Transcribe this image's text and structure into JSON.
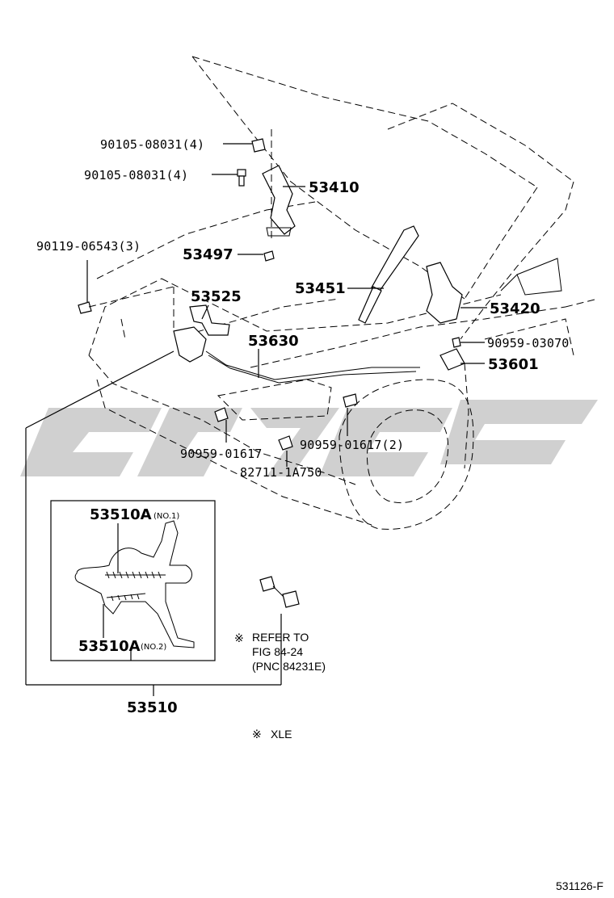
{
  "labels": {
    "bolt_top": "90105-08031(4)",
    "bolt_second": "90105-08031(4)",
    "hinge_lh": "53410",
    "bolt_lock": "90119-06543(3)",
    "cushion": "53497",
    "lock_support": "53525",
    "stay": "53451",
    "cable": "53630",
    "hinge_rh": "53420",
    "clip_rh": "90959-03070",
    "lever": "53601",
    "clip_a": "90959-01617",
    "clip_b": "90959-01617(2)",
    "grommet": "82711-1A750",
    "inset_no1_code": "53510A",
    "inset_no1_tag": "(NO.1)",
    "inset_no2_code": "53510A",
    "inset_no2_tag": "(NO.2)",
    "lock_assy": "53510"
  },
  "notes": {
    "refer_mark": "※",
    "refer_line1": "REFER TO",
    "refer_line2": "FIG 84-24",
    "refer_line3": "(PNC 84231E)",
    "xle_mark": "※",
    "xle": "XLE"
  },
  "footer": {
    "figure_id": "531126-F"
  },
  "colors": {
    "ink": "#000000",
    "watermark": "#c8c8c8",
    "background": "#ffffff"
  }
}
